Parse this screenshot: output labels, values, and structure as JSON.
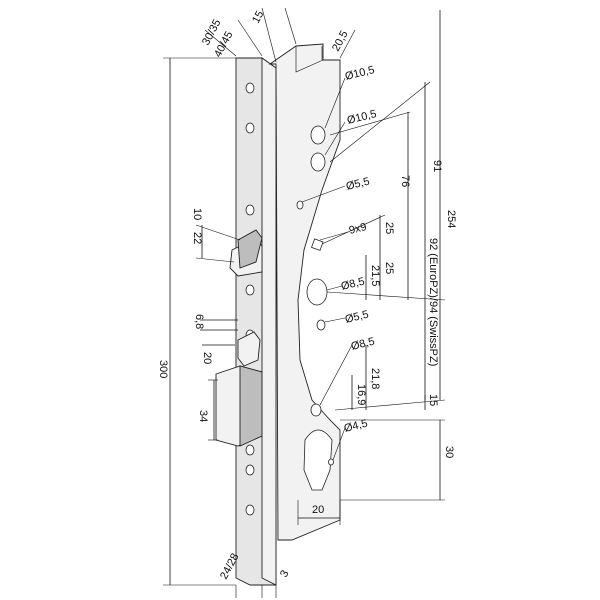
{
  "labels": {
    "d_30_35": "30/35",
    "d_40_45": "40/45",
    "d_15_top": "15",
    "d_20_5": "20,5",
    "d_phi10_5_a": "Ø10,5",
    "d_phi10_5_b": "Ø10,5",
    "d_91": "91",
    "d_76": "76",
    "d_254": "254",
    "d_phi5_5_a": "Ø5,5",
    "d_10": "10",
    "d_22": "22",
    "d_9x9": "9x9",
    "d_25_a": "25",
    "d_25_b": "25",
    "d_21_5": "21,5",
    "d_phi8_5_a": "Ø8,5",
    "d_euro": "92 (EuroPZ)/94 (SwissPZ)",
    "d_300": "300",
    "d_6_8": "6,8",
    "d_phi5_5_b": "Ø5,5",
    "d_phi8_5_b": "Ø8,5",
    "d_20_mid": "20",
    "d_21_8": "21,8",
    "d_16_9": "16,9",
    "d_15_side": "15",
    "d_34": "34",
    "d_phi4_5": "Ø4,5",
    "d_30": "30",
    "d_20_bottom": "20",
    "d_24_28": "24/28",
    "d_3": "3"
  },
  "colors": {
    "line": "#111111",
    "body_fill": "#f2f2f2",
    "face_fill": "#e6e6e6",
    "dark_fill": "#bdbdbd"
  }
}
